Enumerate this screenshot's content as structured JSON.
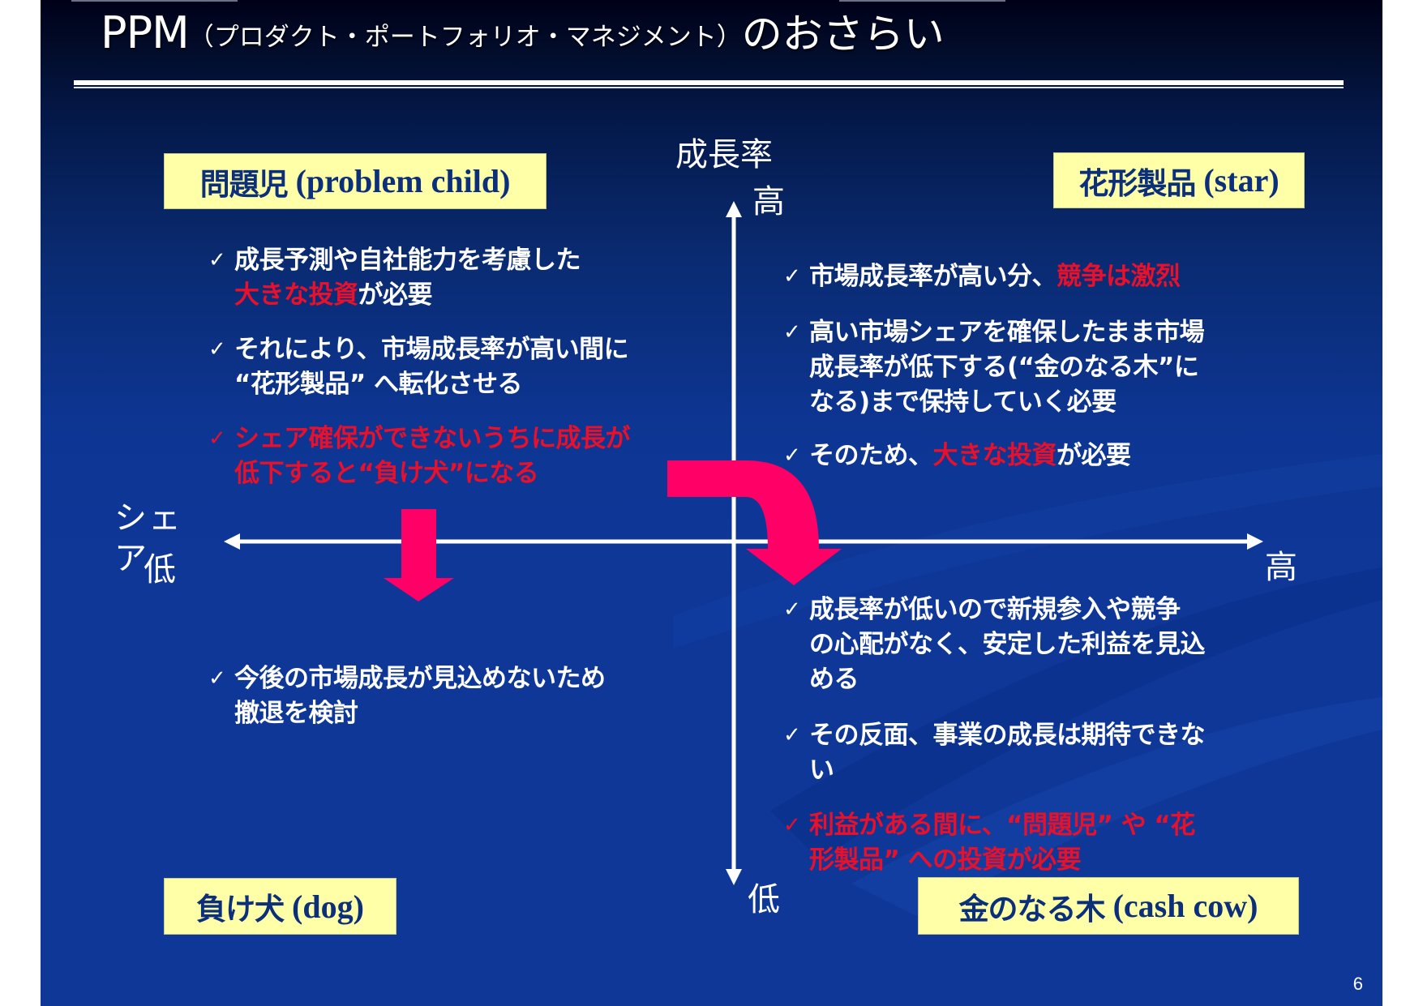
{
  "slide": {
    "title": {
      "main": "PPM",
      "sub": "（プロダクト・ポートフォリオ・マネジメント）",
      "tail": "のおさらい"
    },
    "page_number": "6",
    "colors": {
      "background": "#0f3798",
      "label_box": "#ffffa8",
      "label_text": "#0b2f7a",
      "emphasis_red": "#e8102a",
      "arrow_pink": "#ff0066"
    }
  },
  "axes": {
    "vertical_title": "成長率",
    "vertical_high": "高",
    "vertical_low": "低",
    "horizontal_title": "シェア",
    "horizontal_low": "低",
    "horizontal_high": "高"
  },
  "quadrants": {
    "problem_child": {
      "label_jp": "問題児",
      "label_en": "(problem child)",
      "bullets": [
        {
          "lines": [
            [
              {
                "t": "成長予測や自社能力を考慮した",
                "red": false
              }
            ],
            [
              {
                "t": "大きな投資",
                "red": true
              },
              {
                "t": "が必要",
                "red": false
              }
            ]
          ]
        },
        {
          "lines": [
            [
              {
                "t": "それにより、市場成長率が高い間に",
                "red": false
              }
            ],
            [
              {
                "t": "“花形製品” へ転化させる",
                "red": false
              }
            ]
          ]
        },
        {
          "lines": [
            [
              {
                "t": "シェア確保ができないうちに成長が",
                "red": true
              }
            ],
            [
              {
                "t": "低下すると“負け犬”になる",
                "red": true
              }
            ]
          ],
          "red": true
        }
      ]
    },
    "star": {
      "label_jp": "花形製品",
      "label_en": "(star)",
      "bullets": [
        {
          "lines": [
            [
              {
                "t": "市場成長率が高い分、",
                "red": false
              },
              {
                "t": "競争は激烈",
                "red": true
              }
            ]
          ]
        },
        {
          "lines": [
            [
              {
                "t": "高い市場シェアを確保したまま市場",
                "red": false
              }
            ],
            [
              {
                "t": "成長率が低下する(“金のなる木”に",
                "red": false
              }
            ],
            [
              {
                "t": "なる)まで保持していく必要",
                "red": false
              }
            ]
          ]
        },
        {
          "lines": [
            [
              {
                "t": "そのため、",
                "red": false
              },
              {
                "t": "大きな投資",
                "red": true
              },
              {
                "t": "が必要",
                "red": false
              }
            ]
          ]
        }
      ]
    },
    "dog": {
      "label_jp": "負け犬",
      "label_en": "(dog)",
      "bullets": [
        {
          "lines": [
            [
              {
                "t": "今後の市場成長が見込めないため",
                "red": false
              }
            ],
            [
              {
                "t": "撤退を検討",
                "red": false
              }
            ]
          ]
        }
      ]
    },
    "cash_cow": {
      "label_jp": "金のなる木",
      "label_en": "(cash cow)",
      "bullets": [
        {
          "lines": [
            [
              {
                "t": "成長率が低いので新規参入や競争",
                "red": false
              }
            ],
            [
              {
                "t": "の心配がなく、安定した利益を見込",
                "red": false
              }
            ],
            [
              {
                "t": "める",
                "red": false
              }
            ]
          ]
        },
        {
          "lines": [
            [
              {
                "t": "その反面、事業の成長は期待できな",
                "red": false
              }
            ],
            [
              {
                "t": "い",
                "red": false
              }
            ]
          ]
        },
        {
          "lines": [
            [
              {
                "t": "利益がある間に、“問題児” や “花",
                "red": true
              }
            ],
            [
              {
                "t": "形製品” への投資が必要",
                "red": true
              }
            ]
          ],
          "red": true
        }
      ]
    }
  },
  "bullet_marker": "✓",
  "arrows": {
    "problem_to_dog": "down-arrow",
    "star_to_cash_cow": "curved-arrow"
  }
}
